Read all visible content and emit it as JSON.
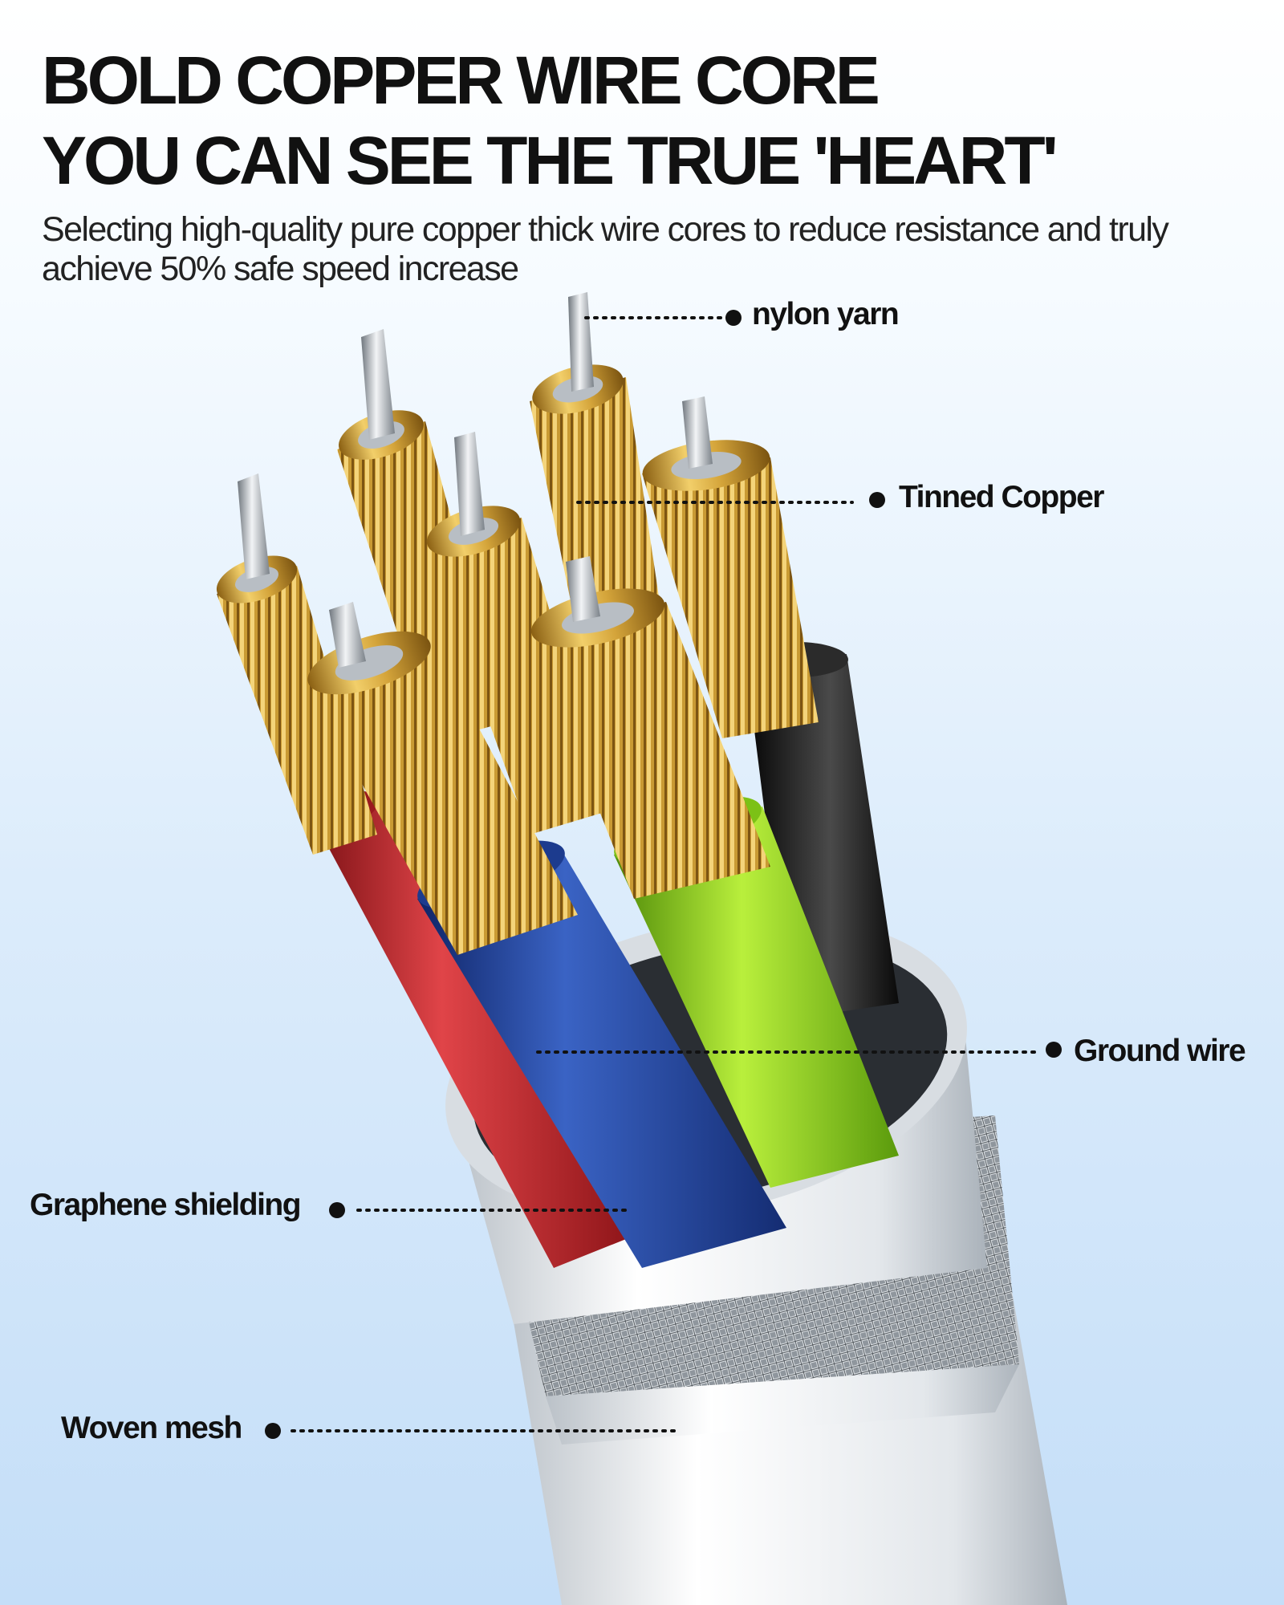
{
  "header": {
    "title_line_1": "BOLD COPPER WIRE CORE",
    "title_line_2": "YOU CAN SEE THE TRUE 'HEART'",
    "subtitle": "Selecting high-quality pure copper thick wire cores to reduce resistance and truly achieve 50% safe speed increase"
  },
  "callouts": {
    "nylon_yarn": "nylon yarn",
    "tinned_copper": "Tinned Copper",
    "ground_wire": "Ground wire",
    "graphene_shielding": "Graphene shielding",
    "woven_mesh": "Woven mesh"
  },
  "colors": {
    "copper": "#d7a93a",
    "red_wire": "#c4262a",
    "blue_wire": "#23459e",
    "green_wire": "#8fd11c",
    "black_wire": "#1a1a1a",
    "jacket": "#eef1f4"
  }
}
